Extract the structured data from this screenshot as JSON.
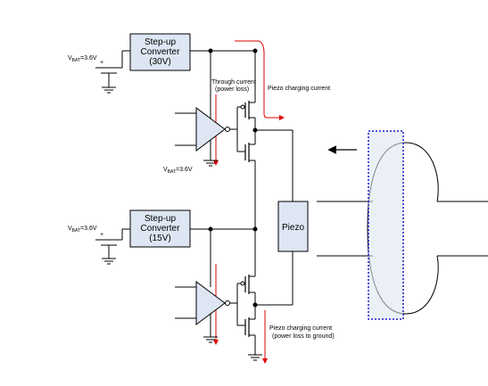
{
  "upper_converter": {
    "line1": "Step-up",
    "line2": "Converter",
    "line3": "(30V)"
  },
  "lower_converter": {
    "line1": "Step-up",
    "line2": "Converter",
    "line3": "(15V)"
  },
  "vbat_top": {
    "base": "V",
    "sub": "BAT",
    "value": "=3.6V"
  },
  "vbat_mid": {
    "base": "V",
    "sub": "BAT",
    "value": "=3.6V"
  },
  "vbat_driver": {
    "base": "V",
    "sub": "BAT",
    "value": "=3.6V"
  },
  "plus_sign": "+",
  "minus_sign": "-",
  "through_current": {
    "line1": "Through current",
    "line2": "(power loss)"
  },
  "piezo_current_top": "Piezo charging current",
  "piezo_current_bottom": {
    "line1": "Piezo charging current",
    "line2": "(power loss to ground)"
  },
  "piezo_label": "Piezo",
  "colors": {
    "box_fill": "#dde6f2",
    "arrow_red": "#e00000",
    "dashed_border": "#1a1acc",
    "piezo_fill": "#dde6f2"
  }
}
